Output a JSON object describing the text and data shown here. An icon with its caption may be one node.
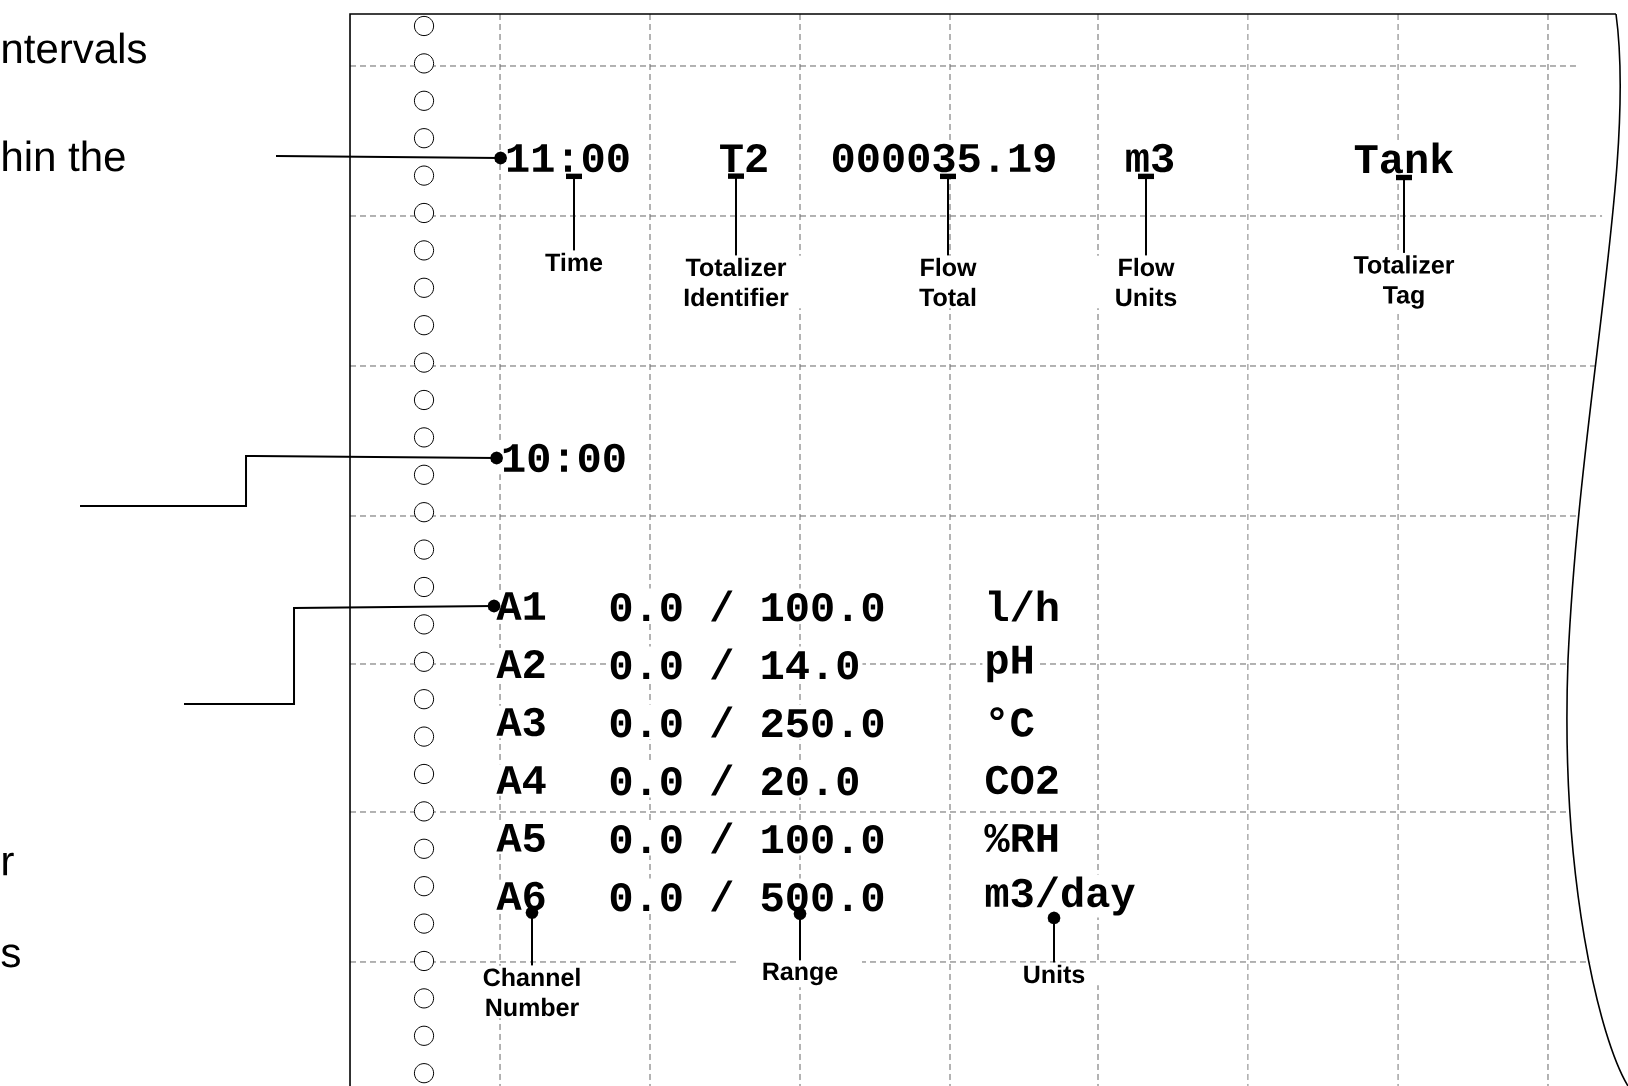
{
  "diagram": {
    "nodes": [
      {
        "text": [
          "11:00"
        ]
      },
      {
        "text": [
          "T2"
        ]
      },
      {
        "text": [
          "000035.19"
        ]
      },
      {
        "text": [
          "m3"
        ]
      },
      {
        "text": [
          "Tank"
        ]
      },
      {
        "text": [
          "Time"
        ]
      },
      {
        "text": [
          "Totalizer Identifier"
        ]
      },
      {
        "text": [
          "Flow Total"
        ]
      },
      {
        "text": [
          "Flow Units"
        ]
      },
      {
        "text": [
          "Totalizer Tag"
        ]
      },
      {
        "text": [
          "10:00"
        ]
      },
      {
        "text": [
          "A1"
        ]
      },
      {
        "text": [
          "0.0 / 100.0"
        ]
      },
      {
        "text": [
          "l/h"
        ]
      },
      {
        "text": [
          "A2"
        ]
      },
      {
        "text": [
          "0.0 / 14.0"
        ]
      },
      {
        "text": [
          "pH"
        ]
      },
      {
        "text": [
          "A3"
        ]
      },
      {
        "text": [
          "0.0 / 250.0"
        ]
      },
      {
        "text": [
          "°C"
        ]
      },
      {
        "text": [
          "A4"
        ]
      },
      {
        "text": [
          "0.0 / 20.0"
        ]
      },
      {
        "text": [
          "CO2"
        ]
      },
      {
        "text": [
          "A5"
        ]
      },
      {
        "text": [
          "0.0 / 100.0"
        ]
      },
      {
        "text": [
          "%RH"
        ]
      },
      {
        "text": [
          "A6"
        ]
      },
      {
        "text": [
          "0.0 / 500.0"
        ]
      },
      {
        "text": [
          "m3/day"
        ]
      },
      {
        "text": [
          "Channel Number"
        ]
      },
      {
        "text": [
          "Range"
        ]
      },
      {
        "text": [
          "Units"
        ]
      }
    ],
    "edges": [
      {
        "from": null,
        "to": 0,
        "arrow": "other"
      },
      {
        "from": null,
        "to": 10,
        "arrow": "other"
      },
      {
        "from": null,
        "to": 11,
        "arrow": "other"
      },
      {
        "from": 5,
        "to": 0,
        "arrow": "other"
      },
      {
        "from": 6,
        "to": 1,
        "arrow": "other"
      },
      {
        "from": 7,
        "to": 2,
        "arrow": "other"
      },
      {
        "from": 8,
        "to": 3,
        "arrow": "other"
      },
      {
        "from": 9,
        "to": 4,
        "arrow": "other"
      },
      {
        "from": 29,
        "to": 26,
        "arrow": "other"
      },
      {
        "from": 30,
        "to": 27,
        "arrow": "other"
      },
      {
        "from": 31,
        "to": 28,
        "arrow": "other"
      }
    ],
    "labels": [
      "ntervals",
      "hin the",
      "r",
      "s"
    ]
  }
}
